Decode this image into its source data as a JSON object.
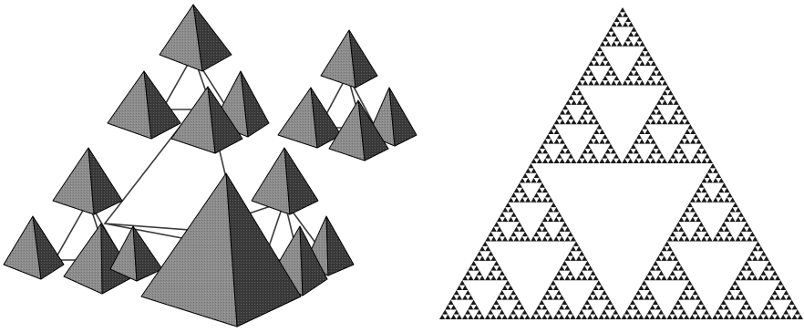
{
  "figure": {
    "left_panel": {
      "subject": "pyramid-fractal-3d",
      "colors": {
        "light_face": "#8c8c8c",
        "dark_face": "#3a3a3a",
        "edge": "#000000",
        "strut": "#3a3a3a"
      }
    },
    "right_panel": {
      "subject": "sierpinski-triangle",
      "recursion_depth": 6,
      "colors": {
        "fill": "#1a1a1a",
        "hole": "#ffffff"
      }
    }
  }
}
